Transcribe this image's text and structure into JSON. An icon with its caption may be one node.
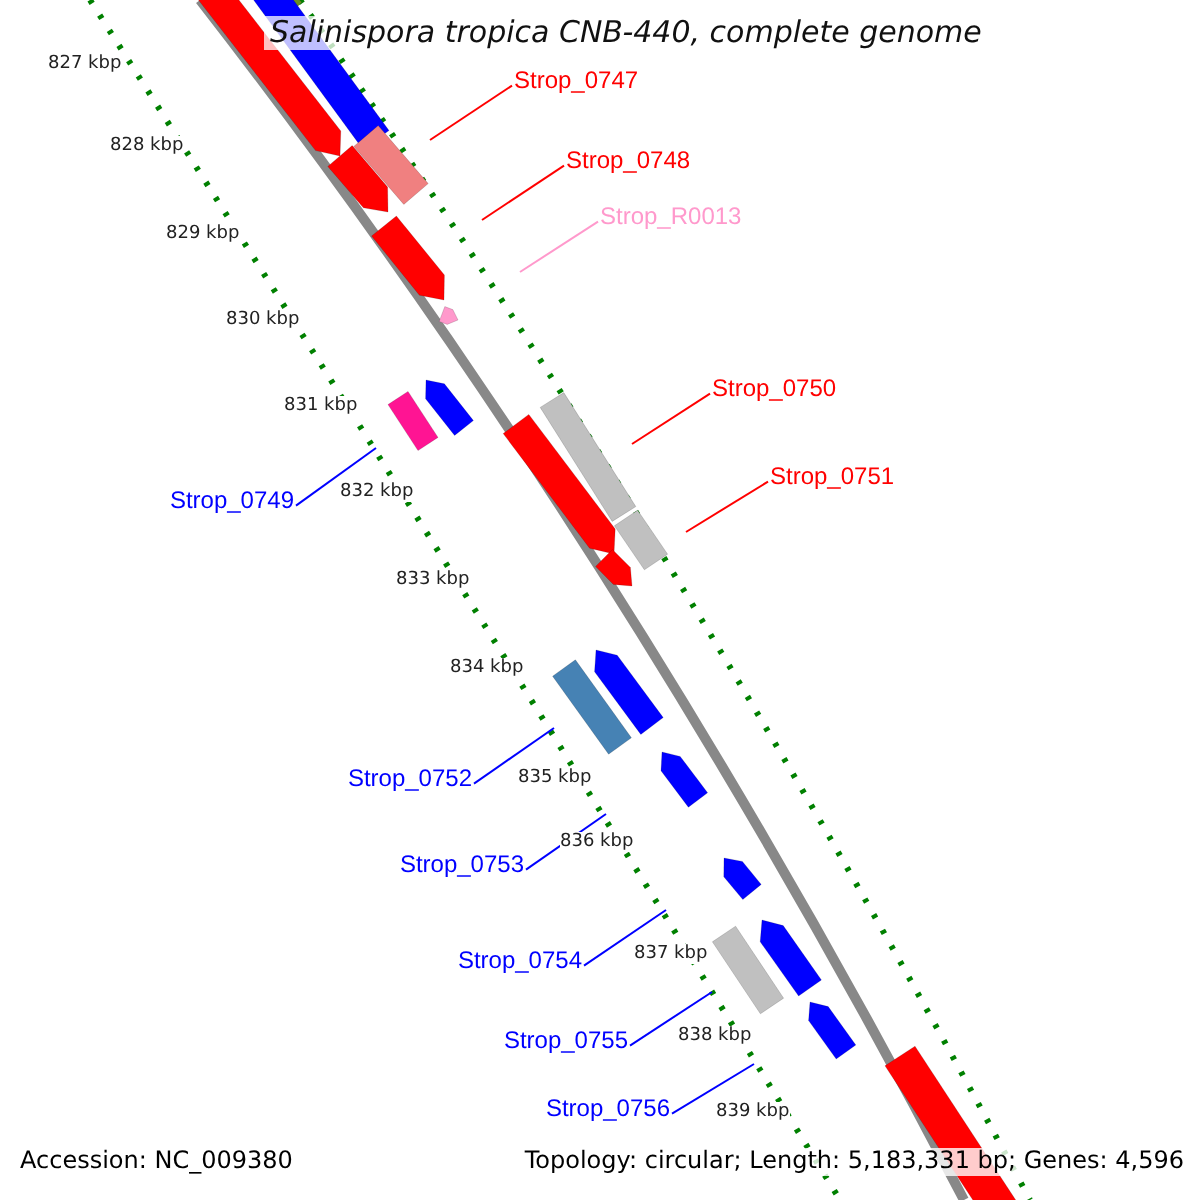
{
  "diagram": {
    "title": "Salinispora tropica CNB-440, complete genome",
    "nodes": [
      {
        "text": [
          "Strop_0747"
        ]
      },
      {
        "text": [
          "Strop_0748"
        ]
      },
      {
        "text": [
          "Strop_R0013"
        ]
      },
      {
        "text": [
          "Strop_0750"
        ]
      },
      {
        "text": [
          "Strop_0751"
        ]
      },
      {
        "text": [
          "Strop_0749"
        ]
      },
      {
        "text": [
          "Strop_0752"
        ]
      },
      {
        "text": [
          "Strop_0753"
        ]
      },
      {
        "text": [
          "Strop_0754"
        ]
      },
      {
        "text": [
          "Strop_0755"
        ]
      },
      {
        "text": [
          "Strop_0756"
        ]
      }
    ],
    "edges": [
      {
        "from": 0,
        "to": null,
        "arrow": "none",
        "color": "#ff0000"
      },
      {
        "from": 1,
        "to": null,
        "arrow": "none",
        "color": "#ff0000"
      },
      {
        "from": 2,
        "to": null,
        "arrow": "none",
        "color": "#ff99cc"
      },
      {
        "from": 3,
        "to": null,
        "arrow": "none",
        "color": "#ff0000"
      },
      {
        "from": 4,
        "to": null,
        "arrow": "none",
        "color": "#ff0000"
      },
      {
        "from": 5,
        "to": null,
        "arrow": "none"
      },
      {
        "from": 6,
        "to": null,
        "arrow": "none"
      },
      {
        "from": 7,
        "to": null,
        "arrow": "none"
      },
      {
        "from": 8,
        "to": null,
        "arrow": "none"
      },
      {
        "from": 9,
        "to": null,
        "arrow": "none"
      },
      {
        "from": 10,
        "to": null,
        "arrow": "none"
      }
    ],
    "labels": [
      "827 kbp",
      "828 kbp",
      "829 kbp",
      "830 kbp",
      "831 kbp",
      "832 kbp",
      "833 kbp",
      "834 kbp",
      "835 kbp",
      "836 kbp",
      "837 kbp",
      "838 kbp",
      "839 kbp",
      "Accession: NC_009380",
      "Topology: circular; Length: 5,183,331 bp; Genes: 4,596"
    ]
  }
}
